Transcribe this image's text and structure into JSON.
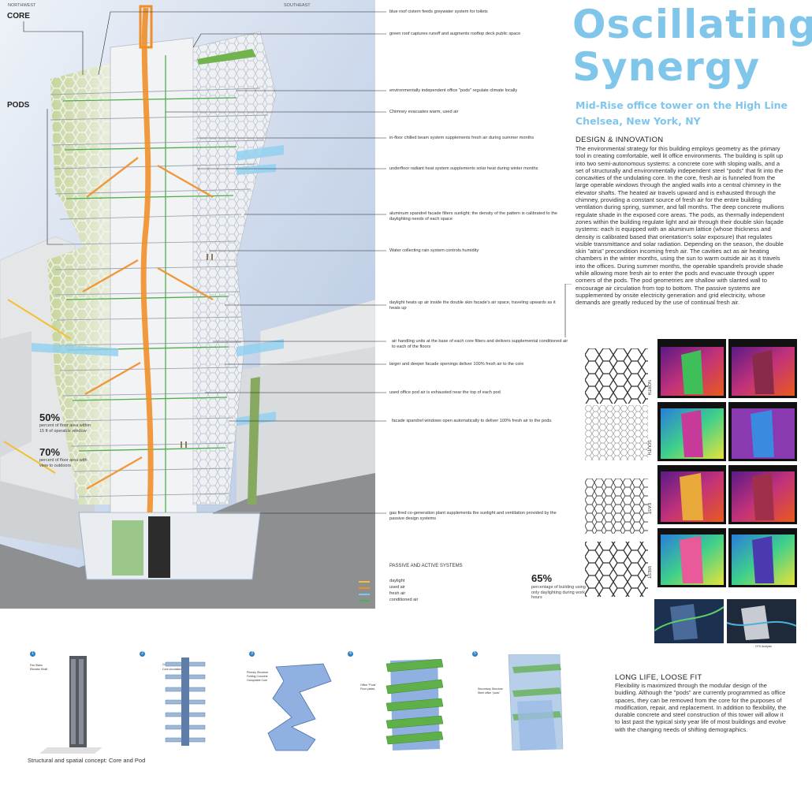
{
  "header": {
    "northwest": "NORTHWEST",
    "southeast": "SOUTHEAST",
    "core_label": "CORE",
    "pods_label": "PODS"
  },
  "title": {
    "line1": "Oscillating",
    "line2": "Synergy",
    "subtitle1": "Mid-Rise office tower on the High Line",
    "subtitle2": "Chelsea, New York, NY"
  },
  "annotations": [
    "blue roof cistern feeds greywater system for toilets",
    "green roof captures runoff and augments rooftop deck public space",
    "environmentally independent office \"pods\" regulate climate locally",
    "Chimney evacuates warm, used air",
    "in-floor chilled beam system supplements fresh air during summer months",
    "underfloor radiant heat system supplements solar heat during winter months",
    "aluminum spandrel facade filters sunlight; the density of the pattern is calibrated to the daylighting needs of each space",
    "Water collecting rain system controls humidity",
    "daylight heats up air inside the double skin facade's air space, traveling upwards as it heats up",
    "air handling units at the base of each core filters and delivers supplemental conditioned air to each of the floors",
    "larger and deeper facade openings deliver 100% fresh air to the core",
    "used office pod air is exhausted near the top of each pod",
    "facade spandrel windows open automatically to deliver 100% fresh air to the pods.",
    "gas fired co-generation plant supplements the sunlight and ventilation provided by the passive design systems"
  ],
  "stats": {
    "s1_value": "50%",
    "s1_label": "percent of floor area within 15 ft of operable window",
    "s2_value": "70%",
    "s2_label": "percent of floor area with view to outdoors",
    "s3_value": "65%",
    "s3_label": "percentage of building using only daylighting during work hours"
  },
  "legend": {
    "title": "PASSIVE AND ACTIVE SYSTEMS",
    "items": [
      {
        "label": "daylight",
        "color": "#f2c030"
      },
      {
        "label": "used air",
        "color": "#ef8f2a"
      },
      {
        "label": "fresh air",
        "color": "#7fc6ea"
      },
      {
        "label": "conditioned air",
        "color": "#4fae4f"
      }
    ]
  },
  "design": {
    "heading": "DESIGN & INNOVATION",
    "body": "The environmental strategy for this building employs geometry as the primary tool in creating comfortable, well lit office environments. The building is split up into two semi-autonomous systems: a concrete core with sloping walls, and a set of structurally and environmentally independent steel \"pods\" that fit into the concavities of the undulating core. In the core, fresh air is funneled from the large operable windows through the angled walls into a central chimney in the elevator shafts. The heated air travels upward and is exhausted through the chimney, providing a constant source of fresh air for the entire building ventilation during spring, summer, and fall months. The deep concrete mullions regulate shade in the exposed core areas. The pods, as thermally independent zones within the building regulate light and air through their double skin façade systems: each is equipped with an aluminum lattice (whose thickness and density is calibrated based that orientation's solar exposure) that regulates visible transmittance and solar radiation. Depending on the season, the double skin \"atria\" precondition incoming fresh air. The cavities act as air heating chambers in the winter months, using the sun to warm outside air as it travels into the offices. During summer months, the operable spandrels provide shade while allowing more fresh air to enter the pods and evacuate through upper corners of the pods. The pod geometries are shallow with slanted wall to encourage air circulation from top to bottom. The passive systems are supplemented by onsite electricity generation and grid electricity, whose demands are greatly reduced by the use of continual fresh air."
  },
  "orientations": [
    "NORTH",
    "SOUTH",
    "EAST",
    "WEST"
  ],
  "render_caption": "CFD Analysis",
  "long_life": {
    "heading": "LONG LIFE, LOOSE FIT",
    "body": "Flexibility is maximized through the modular design of the buidling. Although the \"pods\" are currently programmed as office spaces, they can be removed from the core for the purposes of modification, repair, and replacement. In addition to flexibility, the durable concrete and steel construction of this tower will allow it to last past the typical sixty year life of most buildings and evolve with the changing needs of shifting demographics."
  },
  "concept": {
    "caption": "Structural and spatial concept: Core and Pod",
    "steps": [
      "1",
      "2",
      "3",
      "4",
      "5"
    ],
    "labels": [
      [
        "Fire Stairs",
        "Elevator Shaft"
      ],
      [
        "Core floor plates",
        "Core circulation"
      ],
      [
        "Primary Structure",
        "Folding Concrete",
        "Occupiable Core"
      ],
      [
        "Office \"Pods\"",
        "Floor plates"
      ],
      [
        "Secondary Structure",
        "Steel office \"pods\""
      ]
    ]
  },
  "colors": {
    "accent": "#7fc6ea",
    "step_blue": "#2f7fc1",
    "daylight": "#f2c030",
    "used_air": "#ef8f2a",
    "fresh_air": "#7fc6ea",
    "conditioned_air": "#4fae4f"
  }
}
